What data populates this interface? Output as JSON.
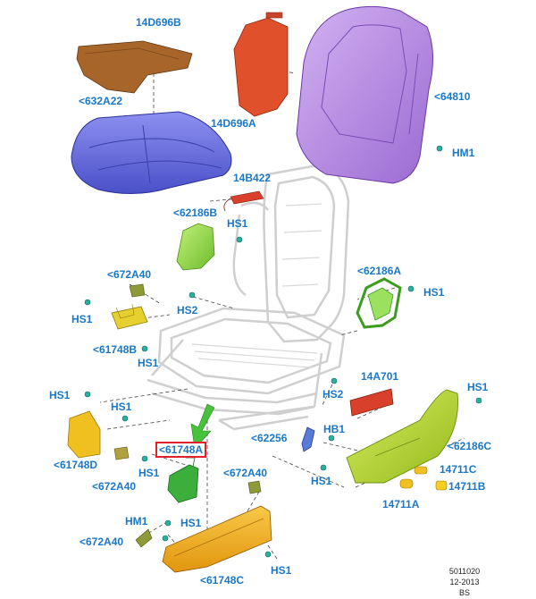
{
  "labels": {
    "l14D696B": "14D696B",
    "l632A22": "<632A22",
    "l14D696A": "14D696A",
    "l64810": "<64810",
    "lHM1top": "HM1",
    "l14B422": "14B422",
    "l62186B": "<62186B",
    "lHS1a": "HS1",
    "l672A40a": "<672A40",
    "l62186A": "<62186A",
    "lHS1b": "HS1",
    "lHS1c": "HS1",
    "lHS2a": "HS2",
    "l61748B": "<61748B",
    "lHS1d": "HS1",
    "l14A701": "14A701",
    "lHS1e": "HS1",
    "lHS2b": "HS2",
    "lHS1f": "HS1",
    "lHS1g": "HS1",
    "l61748D": "<61748D",
    "l672A40b": "<672A40",
    "lHB1": "HB1",
    "l62256": "<62256",
    "l62186C": "<62186C",
    "l61748A": "<61748A",
    "lHS1h": "HS1",
    "l672A40c": "<672A40",
    "lHS1i": "HS1",
    "l14711C": "14711C",
    "l14711B": "14711B",
    "l14711A": "14711A",
    "lHM1bot": "HM1",
    "lHS1j": "HS1",
    "l672A40d": "<672A40",
    "l61748C": "<61748C",
    "lHS1k": "HS1"
  },
  "footer": {
    "code": "5011020",
    "date": "12-2013",
    "initials": "BS"
  },
  "colors": {
    "label": "#1a78c8",
    "highlight": "#e0202a",
    "seat_cushion": "#6a6fe0",
    "seat_back": "#b98be0",
    "brown_pad": "#a8652a",
    "red_pad": "#e0502a",
    "green_trim": "#8bd23c",
    "yellow_trim": "#f0c020",
    "orange_trim": "#f2aa1c",
    "dark_green": "#3cae3c",
    "side_shield": "#b4d02c",
    "switch_red": "#d8402c",
    "blue_handle": "#5a7ad8",
    "arrow": "#48c23c"
  }
}
